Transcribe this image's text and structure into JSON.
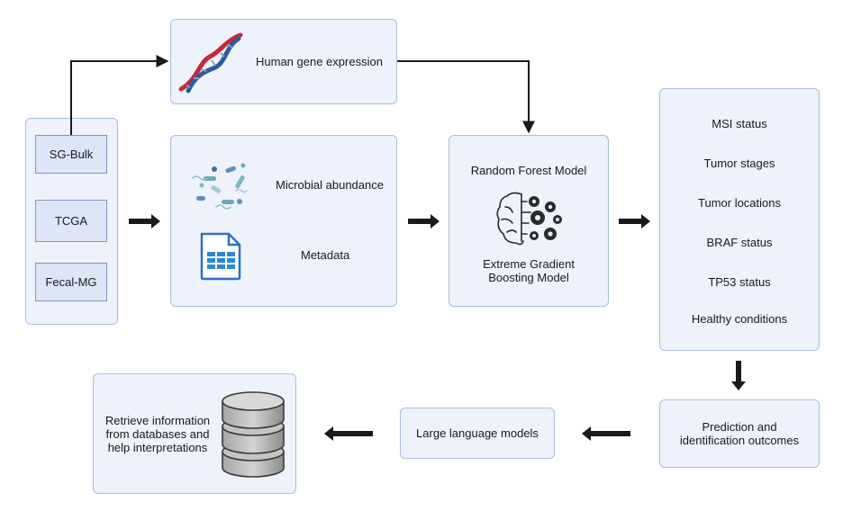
{
  "sources": {
    "items": [
      "SG-Bulk",
      "TCGA",
      "Fecal-MG"
    ]
  },
  "gene_expression": {
    "label": "Human gene expression"
  },
  "features": {
    "microbial": "Microbial abundance",
    "metadata": "Metadata"
  },
  "models": {
    "random_forest": "Random Forest Model",
    "xgboost": "Extreme Gradient\nBoosting Model"
  },
  "outcomes": {
    "items": [
      "MSI status",
      "Tumor stages",
      "Tumor locations",
      "BRAF status",
      "TP53 status",
      "Healthy conditions"
    ]
  },
  "prediction": {
    "label": "Prediction and\nidentification outcomes"
  },
  "llm": {
    "label": "Large language models"
  },
  "retrieve": {
    "label": "Retrieve information\nfrom databases and\nhelp interpretations"
  },
  "colors": {
    "box_fill": "#edf2fb",
    "box_border": "#a9bde0",
    "inner_fill": "#dde6f7",
    "arrow": "#1a1a1a",
    "dna_red": "#c8283a",
    "dna_blue": "#2b5c9e"
  },
  "icons": [
    "dna-icon",
    "bacteria-icon",
    "spreadsheet-icon",
    "brain-gears-icon",
    "database-icon"
  ]
}
